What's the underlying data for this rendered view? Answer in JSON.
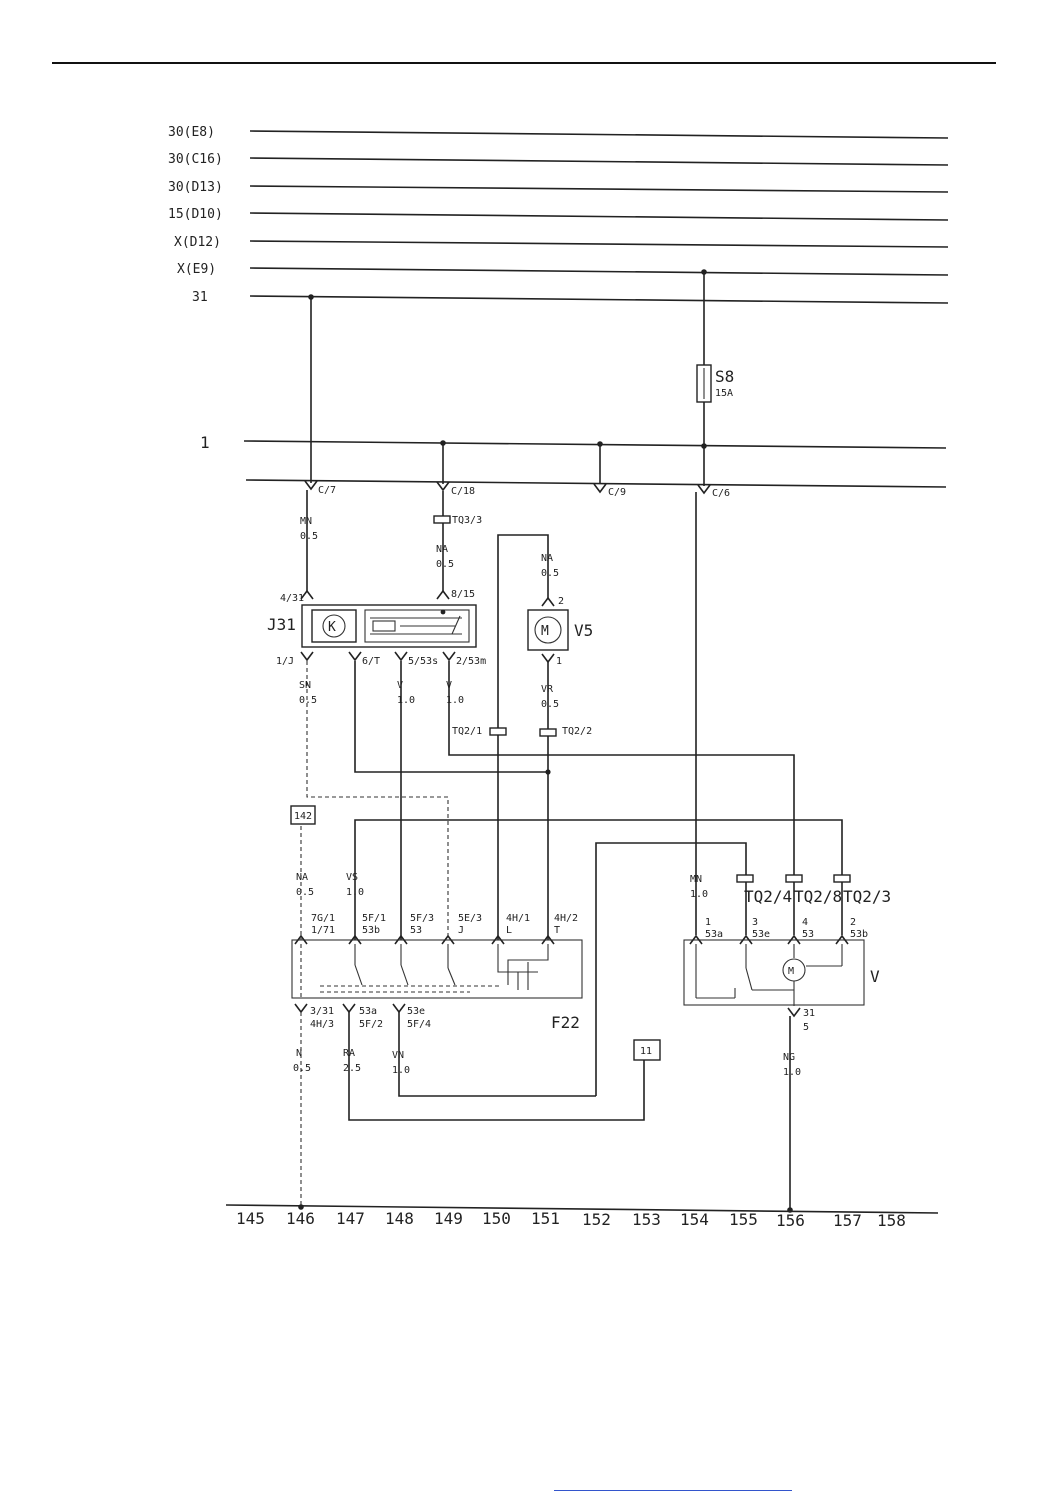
{
  "rails": {
    "labels": [
      "30(E8)",
      "30(C16)",
      "30(D13)",
      "15(D10)",
      "X(D12)",
      "X(E9)",
      "31"
    ],
    "bus": "1",
    "bottom_numbers": [
      "145",
      "146",
      "147",
      "148",
      "149",
      "150",
      "151",
      "152",
      "153",
      "154",
      "155",
      "156",
      "157",
      "158"
    ]
  },
  "connectors": {
    "c7": "C/7",
    "c18": "C/18",
    "c9": "C/9",
    "c6": "C/6"
  },
  "fuse": {
    "id": "S8",
    "rating": "15A"
  },
  "components": {
    "j31": {
      "id": "J31",
      "symbol": "K"
    },
    "v5": {
      "id": "V5",
      "symbol": "M"
    },
    "f22": {
      "id": "F22"
    },
    "v": {
      "id": "V",
      "symbol": "M"
    }
  },
  "wires": {
    "w_c7_color": "MN",
    "w_c7_size": "0.5",
    "w_c18_color": "NA",
    "w_c18_size": "0.5",
    "w_v5top_color": "NA",
    "w_v5top_size": "0.5",
    "w_j1_color": "SN",
    "w_j1_size": "0.5",
    "w_j5_color": "V",
    "w_j5_size": "1.0",
    "w_j2_color": "V",
    "w_j2_size": "1.0",
    "w_v5bot_color": "VR",
    "w_v5bot_size": "0.5",
    "w_f1_color": "NA",
    "w_f1_size": "0.5",
    "w_f2_color": "VS",
    "w_f2_size": "1.0",
    "w_fb1_color": "N",
    "w_fb1_size": "0.5",
    "w_fb2_color": "RA",
    "w_fb2_size": "2.5",
    "w_fb3_color": "VN",
    "w_fb3_size": "1.0",
    "w_v1_color": "MN",
    "w_v1_size": "1.0",
    "w_vb_color": "NG",
    "w_vb_size": "1.0"
  },
  "pins": {
    "j31_431": "4/31",
    "j31_815": "8/15",
    "j31_1j": "1/J",
    "j31_6t": "6/T",
    "j31_553s": "5/53s",
    "j31_253m": "2/53m",
    "v5_2": "2",
    "v5_1": "1",
    "f22_top1": "7G/1",
    "f22_top1b": "1/71",
    "f22_top2": "5F/1",
    "f22_top2b": "53b",
    "f22_top3": "5F/3",
    "f22_top3b": "53",
    "f22_top4": "5E/3",
    "f22_top4b": "J",
    "f22_top5": "4H/1",
    "f22_top5b": "L",
    "f22_top6": "4H/2",
    "f22_top6b": "T",
    "f22_bot1": "3/31",
    "f22_bot1b": "4H/3",
    "f22_bot2": "53a",
    "f22_bot2b": "5F/2",
    "f22_bot3": "53e",
    "f22_bot3b": "5F/4",
    "v_1": "1",
    "v_1b": "53a",
    "v_3": "3",
    "v_3b": "53e",
    "v_4": "4",
    "v_4b": "53",
    "v_2": "2",
    "v_2b": "53b",
    "v_31": "31",
    "v_5": "5"
  },
  "tags": {
    "tq33": "TQ3/3",
    "tq21": "TQ2/1",
    "tq22": "TQ2/2",
    "tq24": "TQ2/4",
    "tq28": "TQ2/8",
    "tq23": "TQ2/3",
    "ref142": "142",
    "ref11": "11"
  }
}
